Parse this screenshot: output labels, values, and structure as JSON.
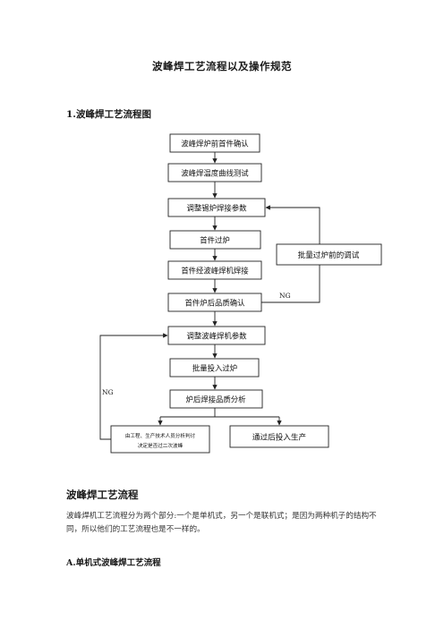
{
  "document": {
    "title": "波峰焊工艺流程以及操作规范",
    "section1_heading": "1.波峰焊工艺流程图",
    "section2_heading": "波峰焊工艺流程",
    "section2_paragraph": "波峰焊机工艺流程分为两个部分:一个是单机式，另一个是联机式；是因为两种机子的结构不同，所以他们的工艺流程也是不一样的。",
    "subsection_heading": "A.单机式波峰焊工艺流程"
  },
  "flowchart": {
    "steps": [
      "波峰焊炉前首件确认",
      "波峰焊温度曲线测试",
      "调整锡炉焊接参数",
      "首件过炉",
      "首件经波峰焊机焊接",
      "首件炉后品质确认",
      "调整波峰焊机参数",
      "批量投入过炉",
      "炉后焊接品质分析"
    ],
    "side_box": "批量过炉前的调试",
    "bottom_left_line1": "由工程、生产技术人员分析判讨",
    "bottom_left_line2": "决定是否过二次波峰",
    "bottom_right": "通过后投入生产",
    "ng_label_1": "NG",
    "ng_label_2": "NG"
  }
}
